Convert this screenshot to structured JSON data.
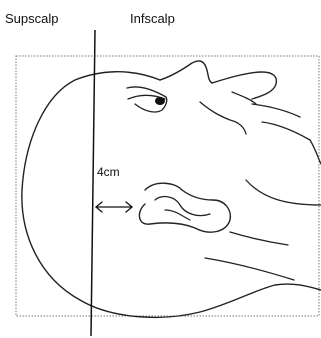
{
  "labels": {
    "supscalp": "Supscalp",
    "infscalp": "Infscalp",
    "distance": "4cm"
  }
}
